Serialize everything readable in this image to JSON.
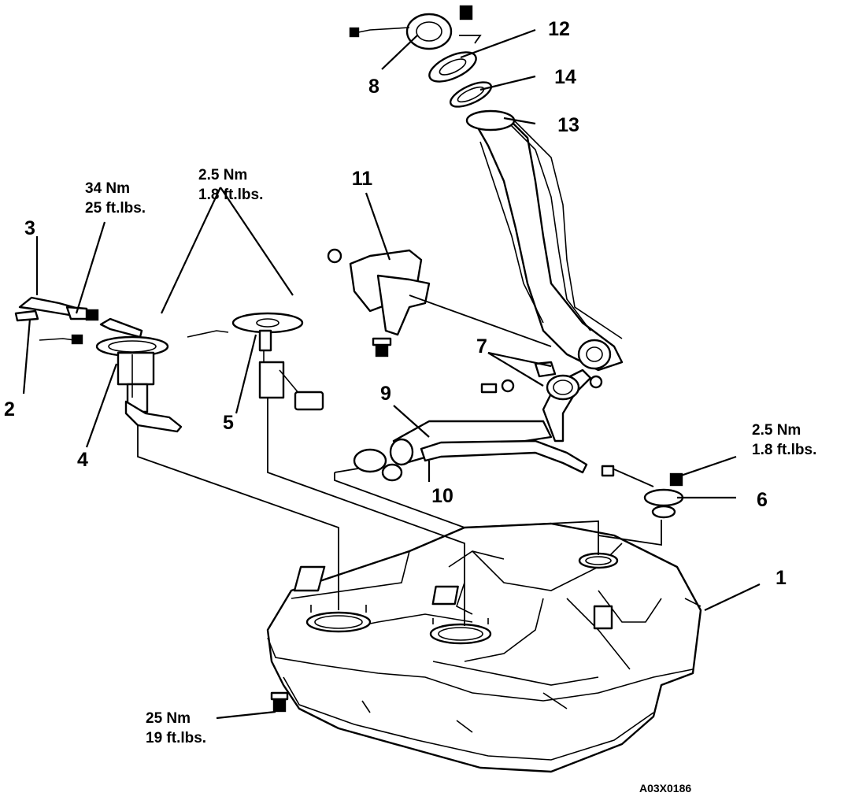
{
  "callouts": [
    {
      "id": "1",
      "text": "1"
    },
    {
      "id": "2",
      "text": "2"
    },
    {
      "id": "3",
      "text": "3"
    },
    {
      "id": "4",
      "text": "4"
    },
    {
      "id": "5",
      "text": "5"
    },
    {
      "id": "6",
      "text": "6"
    },
    {
      "id": "7",
      "text": "7"
    },
    {
      "id": "8",
      "text": "8"
    },
    {
      "id": "9",
      "text": "9"
    },
    {
      "id": "10",
      "text": "10"
    },
    {
      "id": "11",
      "text": "11"
    },
    {
      "id": "12",
      "text": "12"
    },
    {
      "id": "13",
      "text": "13"
    },
    {
      "id": "14",
      "text": "14"
    }
  ],
  "torque_specs": {
    "pump_line": {
      "metric": "34 Nm",
      "imperial": "25 ft.lbs."
    },
    "pump_nuts": {
      "metric": "2.5 Nm",
      "imperial": "1.8 ft.lbs."
    },
    "valve_nut": {
      "metric": "2.5 Nm",
      "imperial": "1.8 ft.lbs."
    },
    "tank_bolt": {
      "metric": "25 Nm",
      "imperial": "19 ft.lbs."
    }
  },
  "figure_code": "A03X0186"
}
